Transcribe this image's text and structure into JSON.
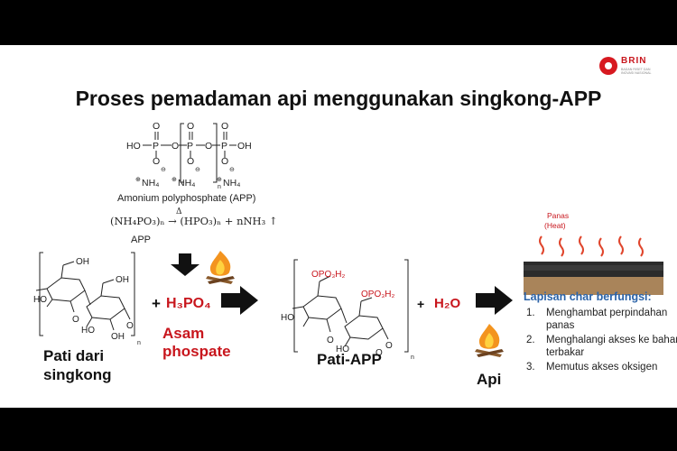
{
  "logo": {
    "name": "BRIN",
    "subtitle": "BADAN RISET DAN INOVASI NASIONAL"
  },
  "title": "Proses pemadaman api menggunakan singkong-APP",
  "app": {
    "caption": "Amonium polyphosphate (APP)",
    "equation": "(NH₄PO₃)ₙ → (HPO₃)ₙ + nNH₃ ↑",
    "equation_delta": "Δ",
    "equation_label": "APP",
    "atoms": {
      "ho": "HO",
      "oh": "OH",
      "p": "P",
      "o": "O",
      "n": "n",
      "nh4": "NH₄",
      "plus": "⊕",
      "minus": "⊖"
    }
  },
  "starch": {
    "label_line1": "Pati dari",
    "label_line2": "singkong",
    "groups": {
      "oh": "OH",
      "ho": "HO",
      "o": "O",
      "n": "n"
    }
  },
  "acid": {
    "plus": "+",
    "formula": "H₃PO₄",
    "label_line1": "Asam",
    "label_line2": "phospate"
  },
  "product": {
    "label": "Pati-APP",
    "groups": {
      "opo3h2": "OPO₃H₂",
      "ho": "HO",
      "o": "O",
      "n": "n"
    }
  },
  "water": {
    "plus": "+",
    "formula": "H₂O"
  },
  "fire": {
    "label": "Api"
  },
  "heat": {
    "label_line1": "Panas",
    "label_line2": "(Heat)"
  },
  "char_layer": {
    "title": "Lapisan char berfungsi:",
    "items": [
      {
        "num": "1.",
        "text": "Menghambat perpindahan panas"
      },
      {
        "num": "2.",
        "text": "Menghalangi akses ke bahan terbakar"
      },
      {
        "num": "3.",
        "text": "Memutus akses oksigen"
      }
    ]
  },
  "colors": {
    "accent_red": "#c8161d",
    "accent_blue": "#2b63a8",
    "arrow": "#111111"
  }
}
